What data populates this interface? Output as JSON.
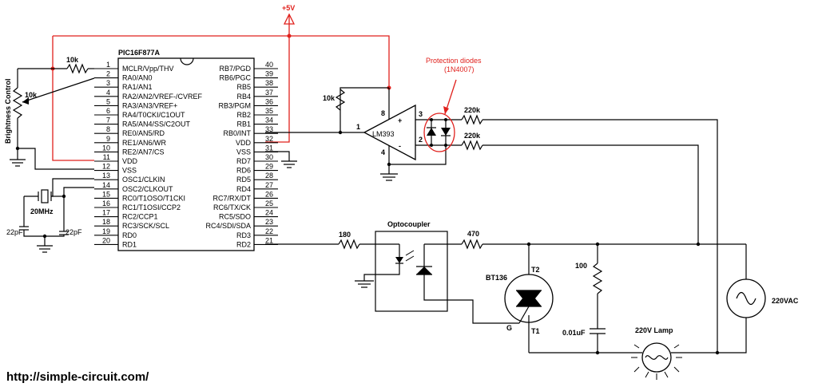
{
  "mcu": {
    "part": "PIC16F877A",
    "left_pins": [
      {
        "num": "1",
        "name": "MCLR/Vpp/THV"
      },
      {
        "num": "2",
        "name": "RA0/AN0"
      },
      {
        "num": "3",
        "name": "RA1/AN1"
      },
      {
        "num": "4",
        "name": "RA2/AN2/VREF-/CVREF"
      },
      {
        "num": "5",
        "name": "RA3/AN3/VREF+"
      },
      {
        "num": "6",
        "name": "RA4/T0CKI/C1OUT"
      },
      {
        "num": "7",
        "name": "RA5/AN4/SS/C2OUT"
      },
      {
        "num": "8",
        "name": "RE0/AN5/RD"
      },
      {
        "num": "9",
        "name": "RE1/AN6/WR"
      },
      {
        "num": "10",
        "name": "RE2/AN7/CS"
      },
      {
        "num": "11",
        "name": "VDD"
      },
      {
        "num": "12",
        "name": "VSS"
      },
      {
        "num": "13",
        "name": "OSC1/CLKIN"
      },
      {
        "num": "14",
        "name": "OSC2/CLKOUT"
      },
      {
        "num": "15",
        "name": "RC0/T1OSO/T1CKI"
      },
      {
        "num": "16",
        "name": "RC1/T1OSI/CCP2"
      },
      {
        "num": "17",
        "name": "RC2/CCP1"
      },
      {
        "num": "18",
        "name": "RC3/SCK/SCL"
      },
      {
        "num": "19",
        "name": "RD0"
      },
      {
        "num": "20",
        "name": "RD1"
      }
    ],
    "right_pins": [
      {
        "num": "40",
        "name": "RB7/PGD"
      },
      {
        "num": "39",
        "name": "RB6/PGC"
      },
      {
        "num": "38",
        "name": "RB5"
      },
      {
        "num": "37",
        "name": "RB4"
      },
      {
        "num": "36",
        "name": "RB3/PGM"
      },
      {
        "num": "35",
        "name": "RB2"
      },
      {
        "num": "34",
        "name": "RB1"
      },
      {
        "num": "33",
        "name": "RB0/INT"
      },
      {
        "num": "32",
        "name": "VDD"
      },
      {
        "num": "31",
        "name": "VSS"
      },
      {
        "num": "30",
        "name": "RD7"
      },
      {
        "num": "29",
        "name": "RD6"
      },
      {
        "num": "28",
        "name": "RD5"
      },
      {
        "num": "27",
        "name": "RD4"
      },
      {
        "num": "26",
        "name": "RC7/RX/DT"
      },
      {
        "num": "25",
        "name": "RC6/TX/CK"
      },
      {
        "num": "24",
        "name": "RC5/SDO"
      },
      {
        "num": "23",
        "name": "RC4/SDI/SDA"
      },
      {
        "num": "22",
        "name": "RD3"
      },
      {
        "num": "21",
        "name": "RD2"
      }
    ]
  },
  "supply": {
    "label": "+5V"
  },
  "labels": {
    "r_mclr": "10k",
    "pot": "10k",
    "brightness": "Brightness Control",
    "crystal": "20MHz",
    "cap1": "22pF",
    "cap2": "22pF",
    "r_pullup": "10k",
    "comparator": "LM393",
    "comp_pin_plus": "3",
    "comp_pin_minus": "2",
    "comp_pin_out": "1",
    "comp_pin_vcc": "8",
    "comp_pin_gnd": "4",
    "comp_plus": "+",
    "comp_minus": "-",
    "diodes_title": "Protection diodes",
    "diodes_part": "(1N4007)",
    "r_sense1": "220k",
    "r_sense2": "220k",
    "optocoupler": "Optocoupler",
    "r_led": "180",
    "r_gate": "470",
    "triac": "BT136",
    "triac_t2": "T2",
    "triac_t1": "T1",
    "triac_g": "G",
    "snubber_r": "100",
    "snubber_c": "0.01uF",
    "lamp": "220V Lamp",
    "ac_source": "220VAC"
  },
  "footer": {
    "url": "http://simple-circuit.com/"
  },
  "colors": {
    "power_net": "#e0201c",
    "wire": "#000000"
  }
}
